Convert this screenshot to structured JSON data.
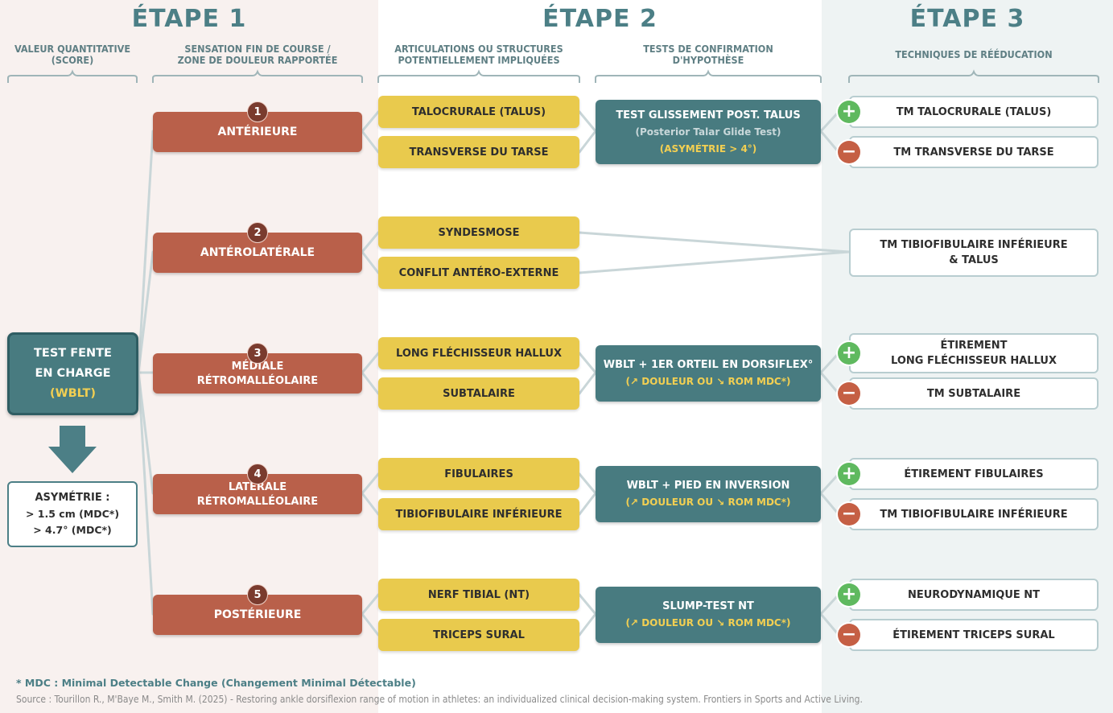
{
  "stages": {
    "s1": "ÉTAPE 1",
    "s2": "ÉTAPE 2",
    "s3": "ÉTAPE 3"
  },
  "columns": {
    "c1": "VALEUR QUANTITATIVE\n(SCORE)",
    "c2": "SENSATION FIN DE COURSE /\nZONE DE DOULEUR RAPPORTÉE",
    "c3": "ARTICULATIONS OU STRUCTURES\nPOTENTIELLEMENT IMPLIQUÉES",
    "c4": "TESTS DE CONFIRMATION\nD'HYPOTHÈSE",
    "c5": "TECHNIQUES DE RÉÉDUCATION"
  },
  "main": {
    "line1": "TEST FENTE",
    "line2": "EN CHARGE",
    "line3": "(WBLT)"
  },
  "asymmetry": {
    "title": "ASYMÉTRIE :",
    "l1": "> 1.5 cm (MDC*)",
    "l2": "> 4.7° (MDC*)"
  },
  "zones": [
    {
      "num": "1",
      "label": "ANTÉRIEURE"
    },
    {
      "num": "2",
      "label": "ANTÉROLATÉRALE"
    },
    {
      "num": "3",
      "label": "MÉDIALE\nRÉTROMALLÉOLAIRE"
    },
    {
      "num": "4",
      "label": "LATÉRALE\nRÉTROMALLÉOLAIRE"
    },
    {
      "num": "5",
      "label": "POSTÉRIEURE"
    }
  ],
  "structures": [
    "TALOCRURALE (TALUS)",
    "TRANSVERSE DU TARSE",
    "SYNDESMOSE",
    "CONFLIT ANTÉRO-EXTERNE",
    "LONG FLÉCHISSEUR HALLUX",
    "SUBTALAIRE",
    "FIBULAIRES",
    "TIBIOFIBULAIRE INFÉRIEURE",
    "NERF TIBIAL (NT)",
    "TRICEPS SURAL"
  ],
  "tests": [
    {
      "title": "TEST GLISSEMENT POST. TALUS",
      "sub": "(Posterior Talar Glide Test)",
      "crit": "(ASYMÉTRIE > 4°)"
    },
    {
      "title": "WBLT + 1ER ORTEIL EN DORSIFLEX°",
      "crit": "(↗ DOULEUR OU ↘ ROM MDC*)"
    },
    {
      "title": "WBLT + PIED EN INVERSION",
      "crit": "(↗ DOULEUR OU ↘ ROM MDC*)"
    },
    {
      "title": "SLUMP-TEST NT",
      "crit": "(↗ DOULEUR OU ↘ ROM MDC*)"
    }
  ],
  "techniques": [
    "TM TALOCRURALE (TALUS)",
    "TM TRANSVERSE DU TARSE",
    "TM TIBIOFIBULAIRE INFÉRIEURE\n& TALUS",
    "ÉTIREMENT\nLONG FLÉCHISSEUR HALLUX",
    "TM SUBTALAIRE",
    "ÉTIREMENT FIBULAIRES",
    "TM TIBIOFIBULAIRE INFÉRIEURE",
    "NEURODYNAMIQUE NT",
    "ÉTIREMENT TRICEPS SURAL"
  ],
  "signs": {
    "plus": "+",
    "minus": "−"
  },
  "footnote": "* MDC : Minimal Detectable Change (Changement Minimal Détectable)",
  "source": "Source : Tourillon R., M'Baye M., Smith M. (2025) - Restoring ankle dorsiflexion range of motion in athletes: an individualized clinical decision-making system. Frontiers in Sports and Active Living.",
  "colors": {
    "teal": "#487b80",
    "red": "#b9604a",
    "yellow": "#e9ca4d",
    "green": "#5fb95f",
    "title": "#4c7f86"
  }
}
